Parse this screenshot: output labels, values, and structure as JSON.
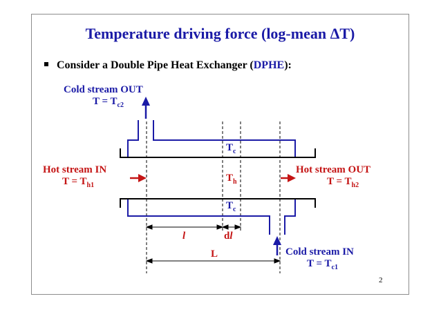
{
  "slide": {
    "title": "Temperature driving force (log-mean ΔT)",
    "bullet": {
      "before": "Consider a Double Pipe Heat Exchanger (",
      "accent": "DPHE",
      "after": "):"
    },
    "page_number": "2"
  },
  "diagram": {
    "cold_out": {
      "label": "Cold stream OUT",
      "eq": "T = T",
      "sub": "c2"
    },
    "cold_in": {
      "label": "Cold stream IN",
      "eq": "T = T",
      "sub": "c1"
    },
    "hot_in": {
      "label": "Hot stream IN",
      "eq": "T = T",
      "sub": "h1"
    },
    "hot_out": {
      "label": "Hot stream OUT",
      "eq": "T = T",
      "sub": "h2"
    },
    "tc_top": {
      "base": "T",
      "sub": "c"
    },
    "th": {
      "base": "T",
      "sub": "h"
    },
    "tc_bottom": {
      "base": "T",
      "sub": "c"
    },
    "dim_l": "l",
    "dim_dl_d": "d",
    "dim_dl_l": "l",
    "dim_L": "L",
    "colors": {
      "blue": "#1a1aa6",
      "red": "#c41414",
      "black": "#000000"
    }
  }
}
